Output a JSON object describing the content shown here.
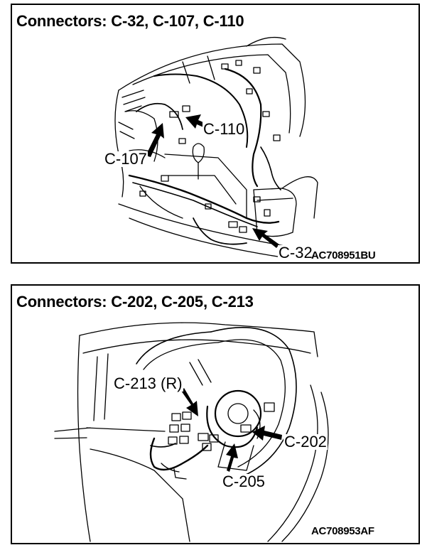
{
  "panels": [
    {
      "title": "Connectors: C-32, C-107, C-110",
      "callouts": {
        "c110": "C-110",
        "c107": "C-107",
        "c32": "C-32"
      },
      "figure_id": "AC708951BU"
    },
    {
      "title": "Connectors: C-202, C-205, C-213",
      "callouts": {
        "c213": "C-213 (R)",
        "c202": "C-202",
        "c205": "C-205"
      },
      "figure_id": "AC708953AF"
    }
  ]
}
